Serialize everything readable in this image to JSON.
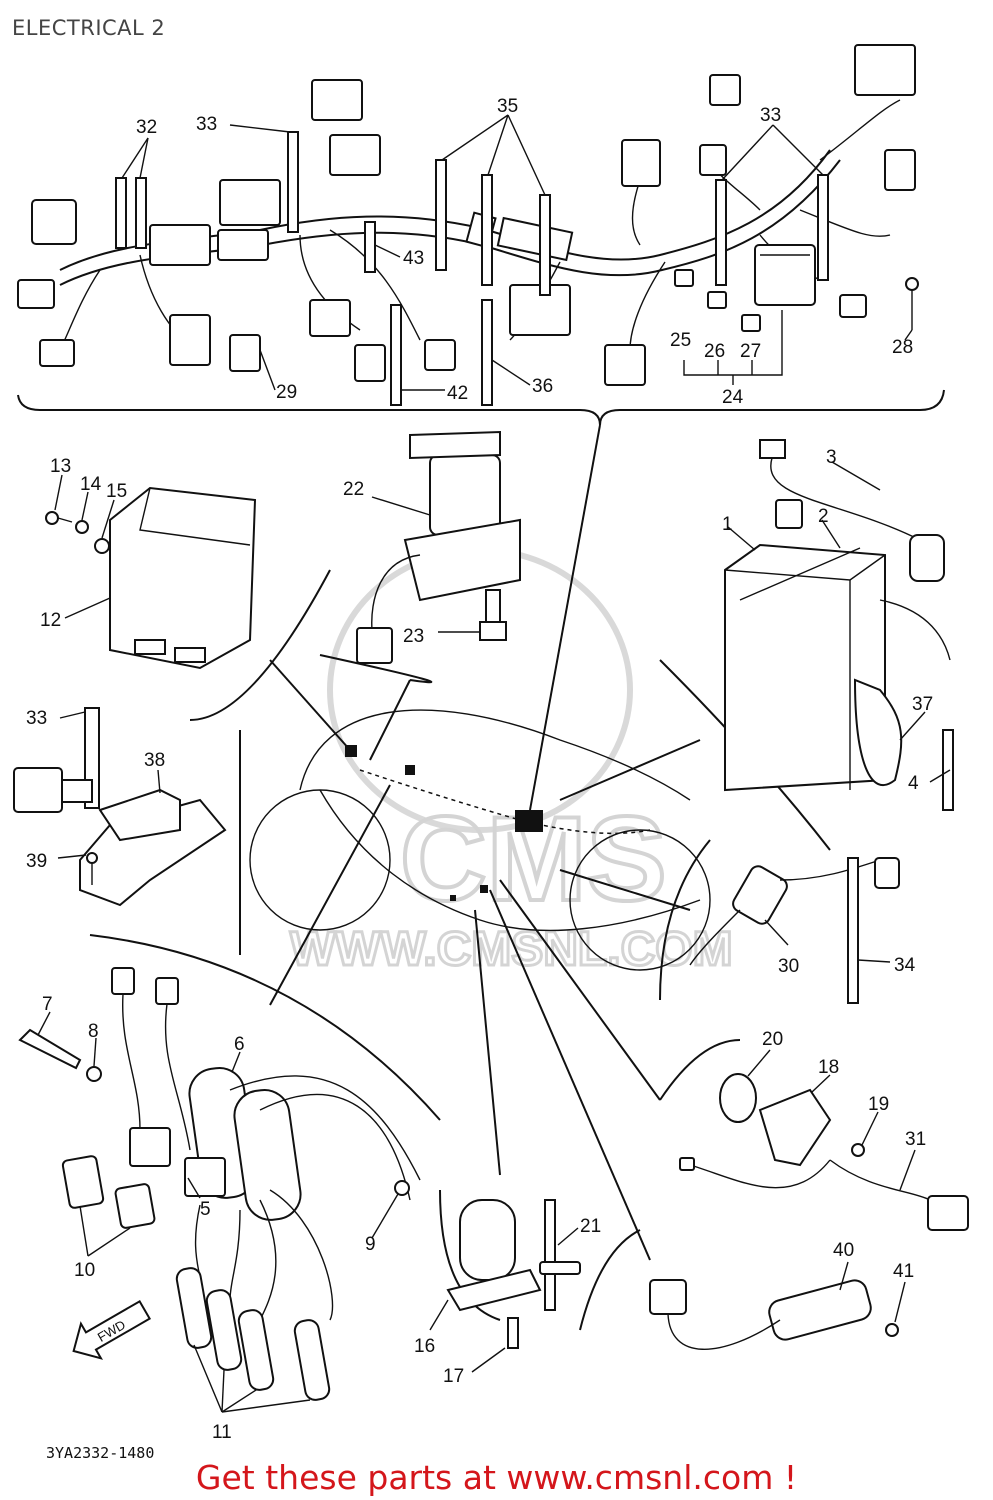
{
  "header": {
    "title": "ELECTRICAL 2"
  },
  "diagram": {
    "code": "3YA2332-1480"
  },
  "footer": {
    "promo": "Get these parts at www.cmsnl.com !"
  },
  "watermark": {
    "brand": "CMS",
    "site": "WWW.CMSNL.COM"
  },
  "arrow_label": "FWD",
  "callouts": {
    "c1": "1",
    "c2": "2",
    "c3": "3",
    "c4": "4",
    "c5": "5",
    "c6": "6",
    "c7": "7",
    "c8": "8",
    "c9": "9",
    "c10": "10",
    "c11": "11",
    "c12": "12",
    "c13": "13",
    "c14": "14",
    "c15": "15",
    "c16": "16",
    "c17": "17",
    "c18": "18",
    "c19": "19",
    "c20": "20",
    "c21": "21",
    "c22": "22",
    "c23": "23",
    "c24": "24",
    "c25": "25",
    "c26": "26",
    "c27": "27",
    "c28": "28",
    "c29": "29",
    "c30": "30",
    "c31": "31",
    "c32": "32",
    "c33": "33",
    "c34": "34",
    "c35": "35",
    "c36": "36",
    "c37": "37",
    "c38": "38",
    "c39": "39",
    "c40": "40",
    "c41": "41",
    "c42": "42",
    "c43": "43"
  }
}
